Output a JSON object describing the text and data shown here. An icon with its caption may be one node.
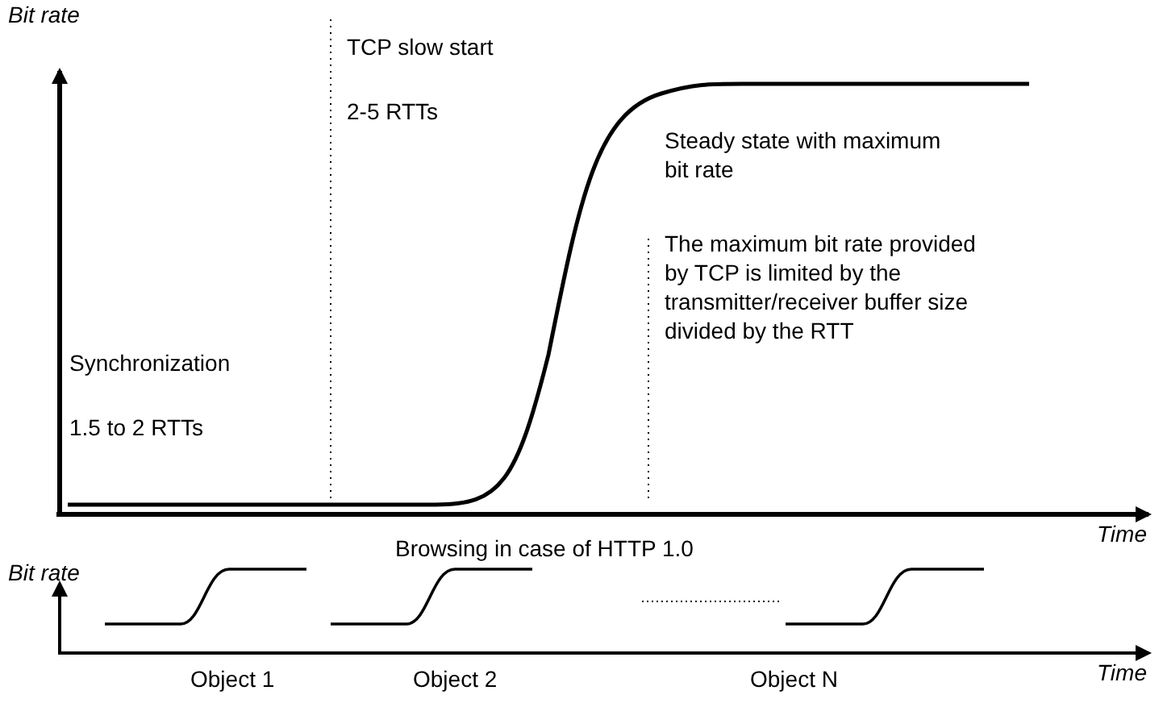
{
  "diagram": {
    "labels": [
      "Bit rate",
      "TCP slow start",
      "2-5 RTTs",
      "Steady state with maximum bit rate",
      "Synchronization",
      "The maximum bit rate provided by TCP is limited by the transmitter/receiver buffer size divided by the RTT",
      "1.5 to 2 RTTs",
      "Time",
      "Bit rate",
      "Browsing in case of HTTP 1.0",
      "Object 1",
      "Object 2",
      "Object N",
      "Time"
    ]
  }
}
